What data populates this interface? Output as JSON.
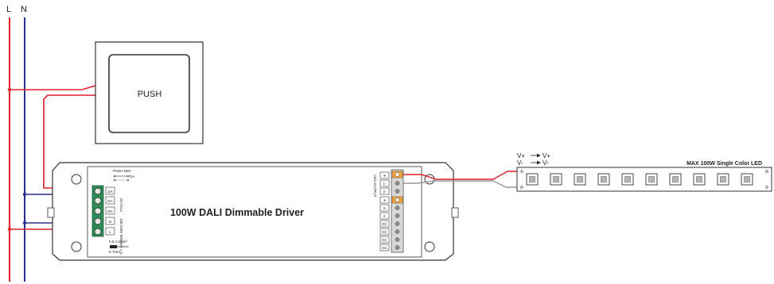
{
  "mains": {
    "line_label": "L",
    "neutral_label": "N"
  },
  "colors": {
    "line": "#e0202a",
    "neutral": "#2a2f8f",
    "wire_gray": "#9a9a9a",
    "terminal_green": "#2e8b57",
    "terminal_orange": "#f2a33a"
  },
  "push_switch": {
    "label": "PUSH"
  },
  "driver": {
    "title": "100W DALI Dimmable Driver",
    "input_terminals": [
      "DA",
      "DA",
      "NC",
      "N",
      "L"
    ],
    "pushdim_label": "PUSH DIM",
    "da_label": "DA",
    "dali_label": "DA DALI",
    "power_label": "100-240V 50/60Hz L N",
    "wire_gauge_label": "0.5-1.5mm²",
    "strip_label": "6-7mm",
    "output_header": "LED OUTPUT",
    "output_terminals": [
      "+",
      "1-",
      "2-",
      "+",
      "3-",
      "4-",
      "NC",
      "NC",
      "NC",
      "NC"
    ]
  },
  "led_strip": {
    "label": "MAX 100W Single Color LED",
    "vplus_in": "V+",
    "vplus_out": "V+",
    "vminus_in": "V-",
    "vminus_out": "V-"
  }
}
